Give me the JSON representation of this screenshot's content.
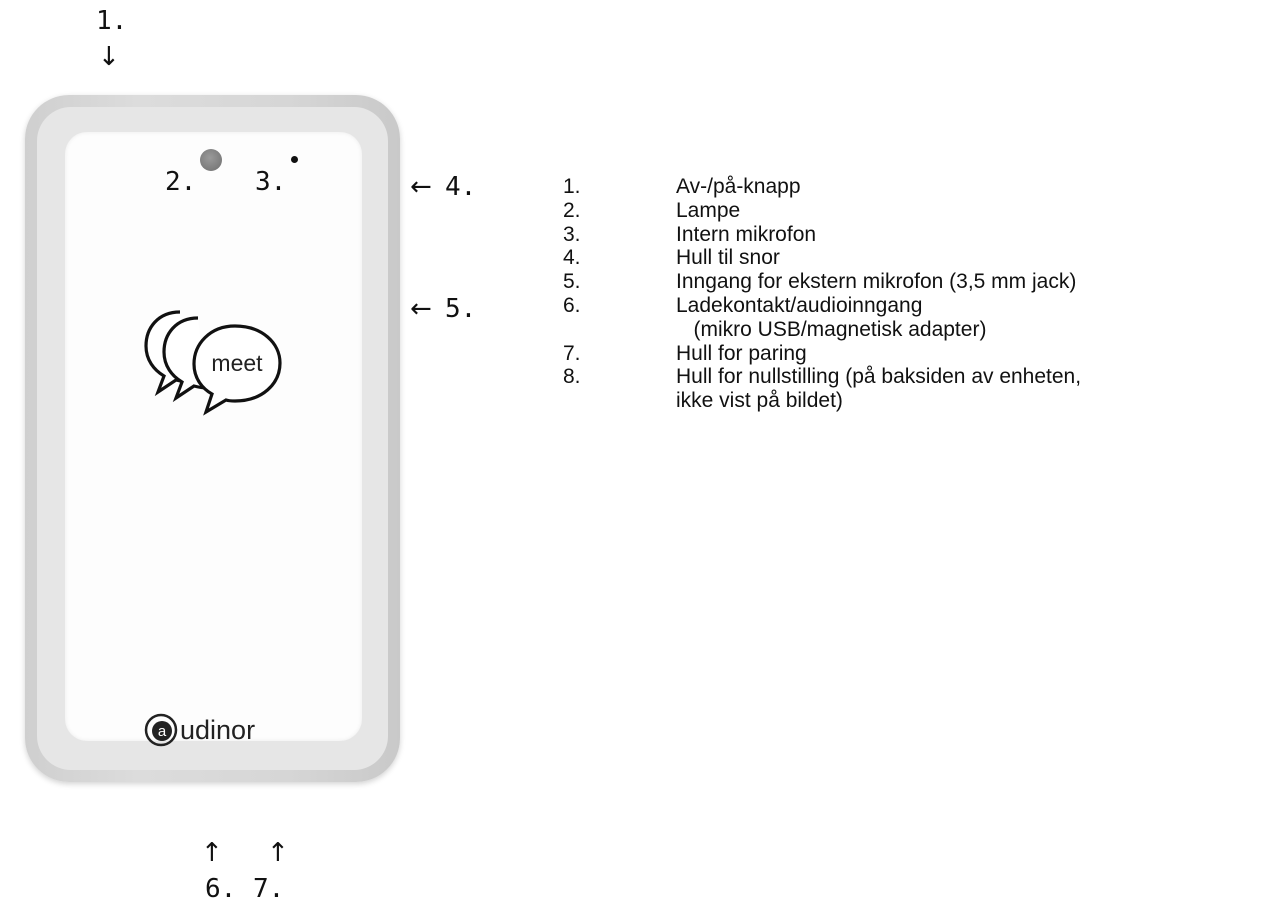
{
  "callouts": {
    "c1": "1.",
    "c2": "2.",
    "c3": "3.",
    "c4": "4.",
    "c5": "5.",
    "c6": "6.",
    "c7": "7."
  },
  "arrows": {
    "down": "↓",
    "left": "←",
    "up": "↑"
  },
  "device": {
    "meet_logo_text": "meet",
    "brand_text": "udinor",
    "brand_mark": "a"
  },
  "legend": [
    {
      "num": "1.",
      "text": "Av-/på-knapp"
    },
    {
      "num": "2.",
      "text": "Lampe"
    },
    {
      "num": "3.",
      "text": "Intern mikrofon"
    },
    {
      "num": "4.",
      "text": "Hull til snor"
    },
    {
      "num": "5.",
      "text": "Inngang for ekstern mikrofon (3,5 mm jack)"
    },
    {
      "num": "6.",
      "text": "Ladekontakt/audioinngang"
    },
    {
      "num": "",
      "text": "   (mikro USB/magnetisk adapter)"
    },
    {
      "num": "7.",
      "text": "Hull for paring"
    },
    {
      "num": "8.",
      "text": "Hull for nullstilling (på baksiden av enheten,"
    },
    {
      "num": "",
      "text": "ikke vist på bildet)"
    }
  ]
}
